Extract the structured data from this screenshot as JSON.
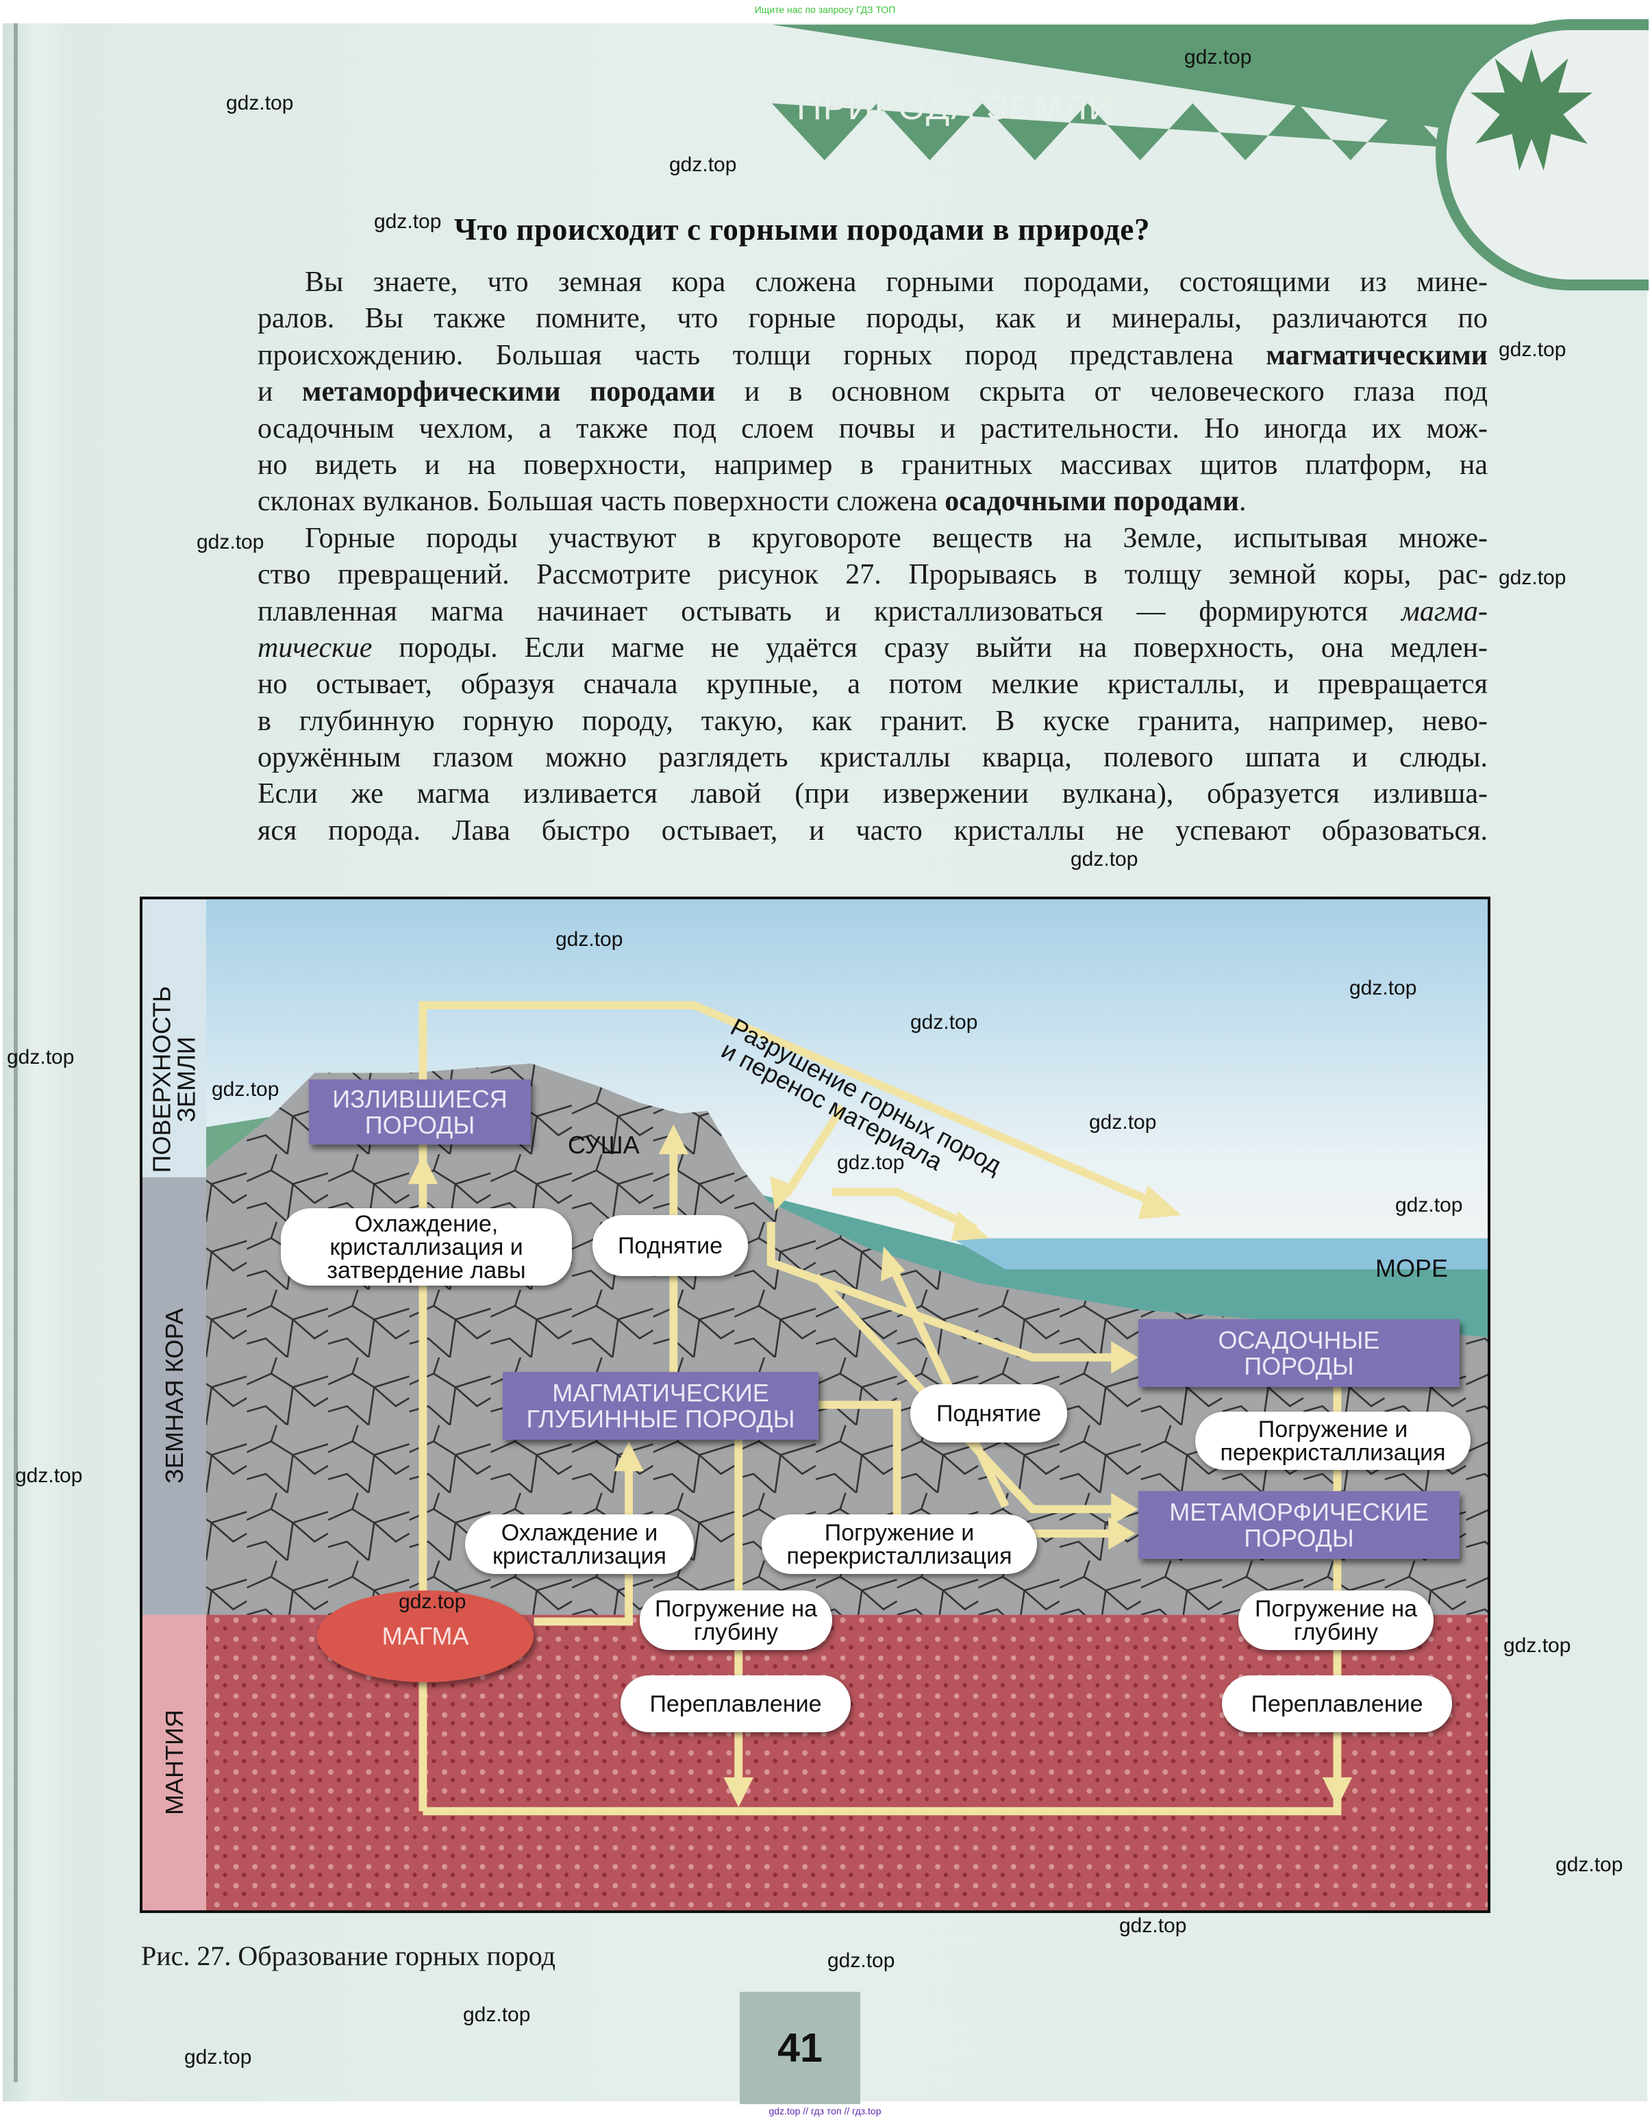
{
  "top_note": "Ищите нас по запросу ГДЗ ТОП",
  "header": {
    "section_title": "ПРИРОДА ЗЕМЛИ"
  },
  "heading": "Что происходит с горными породами в природе?",
  "body_lines": [
    {
      "indent": true,
      "segments": [
        [
          "Вы знаете, что земная кора сложена горными породами, состоящими из мине-",
          ""
        ]
      ]
    },
    {
      "segments": [
        [
          "ралов. Вы также помните, что горные породы, как и минералы, различаются по",
          ""
        ]
      ]
    },
    {
      "segments": [
        [
          "происхождению. Большая часть толщи горных пород представлена ",
          ""
        ],
        [
          "магматическими",
          "b"
        ]
      ]
    },
    {
      "segments": [
        [
          "и ",
          ""
        ],
        [
          "метаморфическими породами",
          "b"
        ],
        [
          " и в основном скрыта от человеческого глаза под",
          ""
        ]
      ]
    },
    {
      "segments": [
        [
          "осадочным чехлом, а также под слоем почвы и растительности. Но иногда их мож-",
          ""
        ]
      ]
    },
    {
      "segments": [
        [
          "но видеть и на поверхности, например в гранитных массивах щитов платформ, на",
          ""
        ]
      ]
    },
    {
      "last": true,
      "segments": [
        [
          "склонах вулканов. Большая часть поверхности сложена ",
          ""
        ],
        [
          "осадочными породами",
          "b"
        ],
        [
          ".",
          ""
        ]
      ]
    },
    {
      "indent": true,
      "segments": [
        [
          "Горные породы участвуют в круговороте веществ на Земле, испытывая множе-",
          ""
        ]
      ]
    },
    {
      "segments": [
        [
          "ство превращений. Рассмотрите рисунок 27. Прорываясь в толщу земной коры, рас-",
          ""
        ]
      ]
    },
    {
      "segments": [
        [
          "плавленная магма начинает остывать и кристаллизоваться — формируются ",
          ""
        ],
        [
          "магма-",
          "i"
        ]
      ]
    },
    {
      "segments": [
        [
          "тические",
          "i"
        ],
        [
          " породы. Если магме не удаётся сразу выйти на поверхность, она медлен-",
          ""
        ]
      ]
    },
    {
      "segments": [
        [
          "но остывает, образуя сначала крупные, а потом мелкие кристаллы, и превращается",
          ""
        ]
      ]
    },
    {
      "segments": [
        [
          "в глубинную горную породу, такую, как гранит. В куске гранита, например, нево-",
          ""
        ]
      ]
    },
    {
      "segments": [
        [
          "оружённым глазом можно разглядеть кристаллы кварца, полевого шпата и слюды.",
          ""
        ]
      ]
    },
    {
      "segments": [
        [
          "Если же магма изливается лавой (при извержении вулкана), образуется излившa-",
          ""
        ]
      ]
    },
    {
      "segments": [
        [
          "яся порода. Лава быстро остывает, и часто кристаллы не успевают образоваться.",
          ""
        ]
      ]
    }
  ],
  "figure": {
    "zones": {
      "surface": "ПОВЕРХНОСТЬ ЗЕМЛИ",
      "crust": "ЗЕМНАЯ КОРА",
      "mantle": "МАНТИЯ"
    },
    "land_label": "СУША",
    "sea_label": "МОРЕ",
    "erosion_label_1": "Разрушение горных пород",
    "erosion_label_2": "и перенос материала",
    "rocks": {
      "extrusive": "ИЗЛИВШИЕСЯ ПОРОДЫ",
      "intrusive": "МАГМАТИЧЕСКИЕ ГЛУБИННЫЕ ПОРОДЫ",
      "sedimentary": "ОСАДОЧНЫЕ ПОРОДЫ",
      "metamorphic": "МЕТАМОРФИЧЕСКИЕ ПОРОДЫ",
      "magma": "МАГМА"
    },
    "processes": {
      "lava_cooling": "Охлаждение, кристаллизация и затвердение лавы",
      "uplift_1": "Поднятие",
      "uplift_2": "Поднятие",
      "cooling": "Охлаждение и кристаллизация",
      "recryst_1": "Погружение и перекристаллизация",
      "recryst_2": "Погружение и перекристаллизация",
      "sink_1": "Погружение на глубину",
      "sink_2": "Погружение на глубину",
      "melt_1": "Переплавление",
      "melt_2": "Переплавление"
    },
    "arrow_color": "#f1e3a2"
  },
  "caption": "Рис. 27. Образование горных пород",
  "page_number": "41",
  "watermark": "gdz.top",
  "footer_note": "gdz.top // гдз топ // гдз.top"
}
